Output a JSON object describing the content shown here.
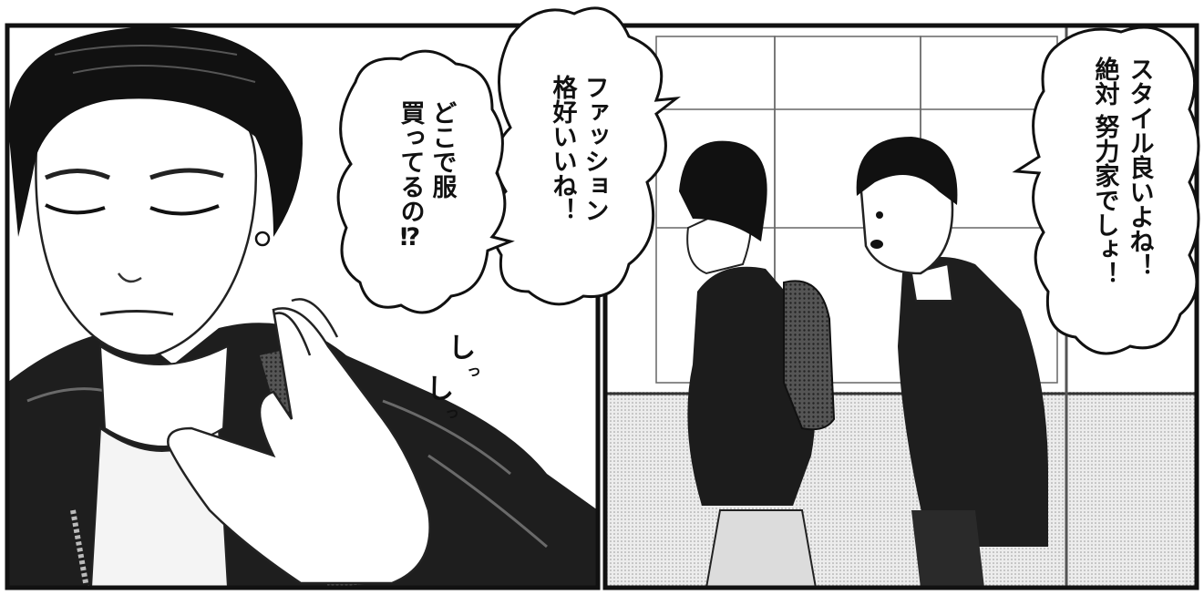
{
  "panels": [
    {
      "speech": [
        {
          "lines": [
            "ファッション",
            "格好いいね！"
          ]
        },
        {
          "lines": [
            "どこで服",
            "買ってるの⁉"
          ]
        }
      ],
      "sfx": [
        "し",
        "っ",
        "し",
        "っ"
      ]
    },
    {
      "speech": [
        {
          "lines": [
            "スタイル良いよね！",
            "絶対 努力家でしょ！"
          ]
        }
      ]
    }
  ],
  "colors": {
    "ink": "#111111",
    "paper": "#ffffff",
    "screentone": "#d9d9d9"
  }
}
